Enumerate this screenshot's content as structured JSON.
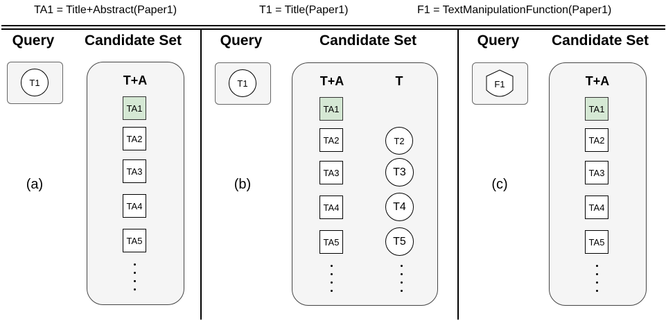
{
  "legend": {
    "ta1": "TA1 = Title+Abstract(Paper1)",
    "t1": "T1 = Title(Paper1)",
    "f1": "F1 = TextManipulationFunction(Paper1)"
  },
  "colors": {
    "highlight": "#d5e8d4",
    "panel_bg": "#f5f5f5"
  },
  "panels": [
    {
      "label": "(a)",
      "query_heading": "Query",
      "candidate_heading": "Candidate Set",
      "query_item": "T1",
      "column_headers": [
        "T+A"
      ],
      "ta_items": [
        "TA1",
        "TA2",
        "TA3",
        "TA4",
        "TA5"
      ]
    },
    {
      "label": "(b)",
      "query_heading": "Query",
      "candidate_heading": "Candidate Set",
      "query_item": "T1",
      "column_headers": [
        "T+A",
        "T"
      ],
      "ta_items": [
        "TA1",
        "TA2",
        "TA3",
        "TA4",
        "TA5"
      ],
      "t_items": [
        "T2",
        "T3",
        "T4",
        "T5"
      ]
    },
    {
      "label": "(c)",
      "query_heading": "Query",
      "candidate_heading": "Candidate Set",
      "query_item": "F1",
      "column_headers": [
        "T+A"
      ],
      "ta_items": [
        "TA1",
        "TA2",
        "TA3",
        "TA4",
        "TA5"
      ]
    }
  ]
}
